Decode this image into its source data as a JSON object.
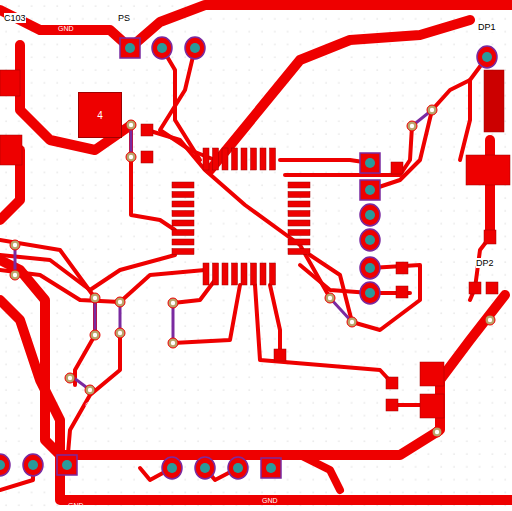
{
  "diagram": {
    "nodes": [
      {
        "text": [
          "4"
        ]
      }
    ],
    "labels": [
      "C103",
      "PS",
      "GND",
      "GND",
      "GND",
      "GND",
      "GND",
      "GND",
      "GND",
      "DP1",
      "DP2"
    ]
  }
}
